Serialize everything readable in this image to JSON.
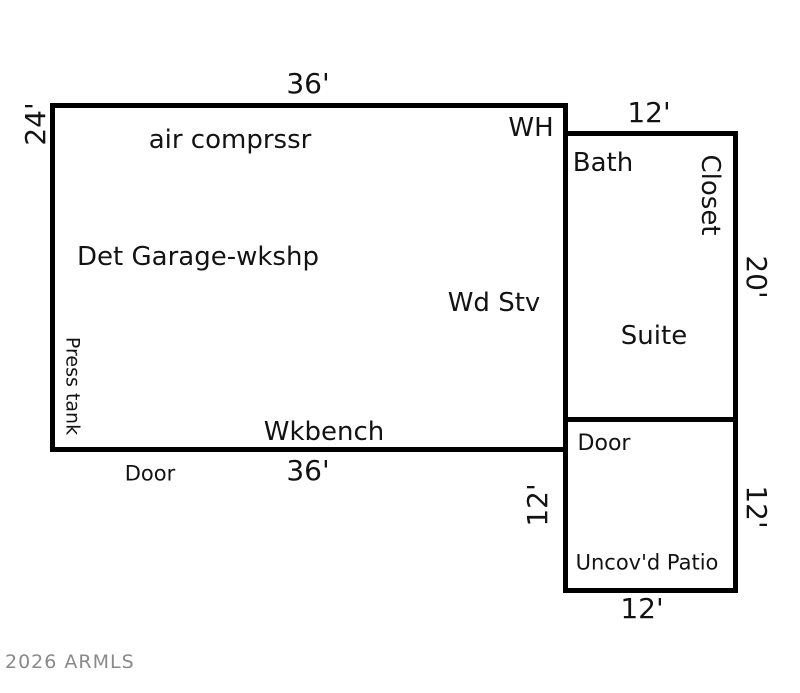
{
  "watermark": {
    "text": "2026 ARMLS"
  },
  "garage": {
    "room_label": "Det Garage-wkshp",
    "dim_top": "36'",
    "dim_bottom": "36'",
    "dim_left": "24'",
    "air_compressor": "air comprssr",
    "water_heater": "WH",
    "wood_stove": "Wd Stv",
    "press_tank": "Press tank",
    "workbench": "Wkbench",
    "door": "Door"
  },
  "suite": {
    "room_label": "Suite",
    "bath": "Bath",
    "closet": "Closet",
    "dim_top": "12'",
    "dim_right": "20'"
  },
  "patio": {
    "room_label": "Uncov'd Patio",
    "door": "Door",
    "dim_left": "12'",
    "dim_right": "12'",
    "dim_bottom": "12'"
  }
}
